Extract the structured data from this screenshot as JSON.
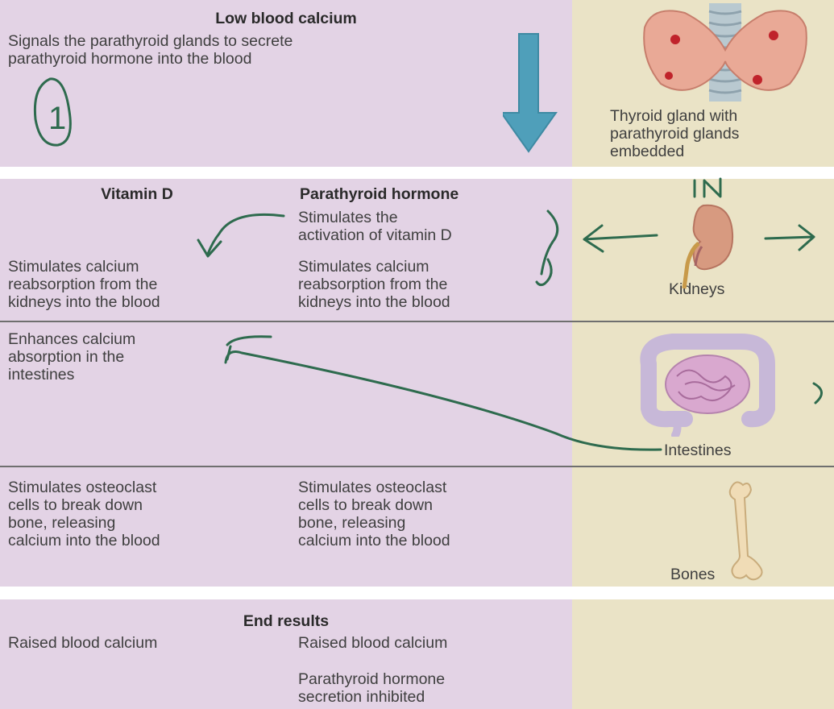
{
  "colors": {
    "lilac_background": "#e3d3e5",
    "tan_background": "#eae3c6",
    "arrow_fill": "#4f9fba",
    "ink_annotation": "#2e6b4e"
  },
  "panel1": {
    "title": "Low blood calcium",
    "text": "Signals the parathyroid glands to secrete\nparathyroid hormone into the blood",
    "caption": "Thyroid gland with\nparathyroid glands\nembedded",
    "image_icon": "thyroid-gland-illustration",
    "arrow_icon": "down-arrow"
  },
  "panel2": {
    "col1_header": "Vitamin D",
    "col2_header": "Parathyroid hormone",
    "vitd_kidney": "Stimulates calcium\nreabsorption from the\nkidneys into the blood",
    "pth_activation": "Stimulates the\nactivation of vitamin D",
    "pth_kidney": "Stimulates calcium\nreabsorption from the\nkidneys into the blood",
    "kidney_caption": "Kidneys",
    "kidney_icon": "kidney-illustration",
    "vitd_intestine": "Enhances calcium\nabsorption in the\nintestines",
    "intestine_caption": "Intestines",
    "intestine_icon": "intestines-illustration",
    "vitd_bone": "Stimulates osteoclast\ncells to break down\nbone, releasing\ncalcium into the blood",
    "pth_bone": "Stimulates osteoclast\ncells to break down\nbone, releasing\ncalcium into the blood",
    "bone_caption": "Bones",
    "bone_icon": "bone-illustration"
  },
  "panel3": {
    "title": "End results",
    "vitd_result": "Raised blood calcium",
    "pth_result": "Raised blood calcium",
    "pth_inhibited": "Parathyroid hormone\nsecretion inhibited"
  },
  "annotations": {
    "handwritten_number": "1",
    "handwritten_in": "IN"
  }
}
